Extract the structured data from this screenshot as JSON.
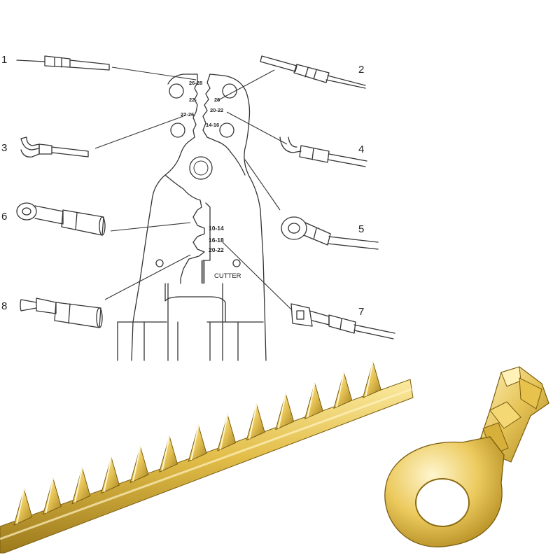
{
  "diagram": {
    "callouts": {
      "c1": "1",
      "c2": "2",
      "c3": "3",
      "c4": "4",
      "c5": "5",
      "c6": "6",
      "c7": "7",
      "c8": "8"
    },
    "gauges": {
      "g26_28": "26-28",
      "g22_left": "22-",
      "g26_right": "26",
      "g20_22_upper": "20-22",
      "g22_26": "22-26",
      "g14_16": "14-16",
      "g10_14": "10-14",
      "g16_18": "16-18",
      "g20_22_lower": "20-22"
    },
    "cutter_label": "CUTTER"
  },
  "colors": {
    "line_art": "#333333",
    "brass_light": "#f6e08a",
    "brass_mid": "#d9b23c",
    "brass_dark": "#8a6a12"
  },
  "photos": {
    "terminal_strip": "gold serrated terminal strip",
    "ring_terminal": "gold ring terminal"
  }
}
